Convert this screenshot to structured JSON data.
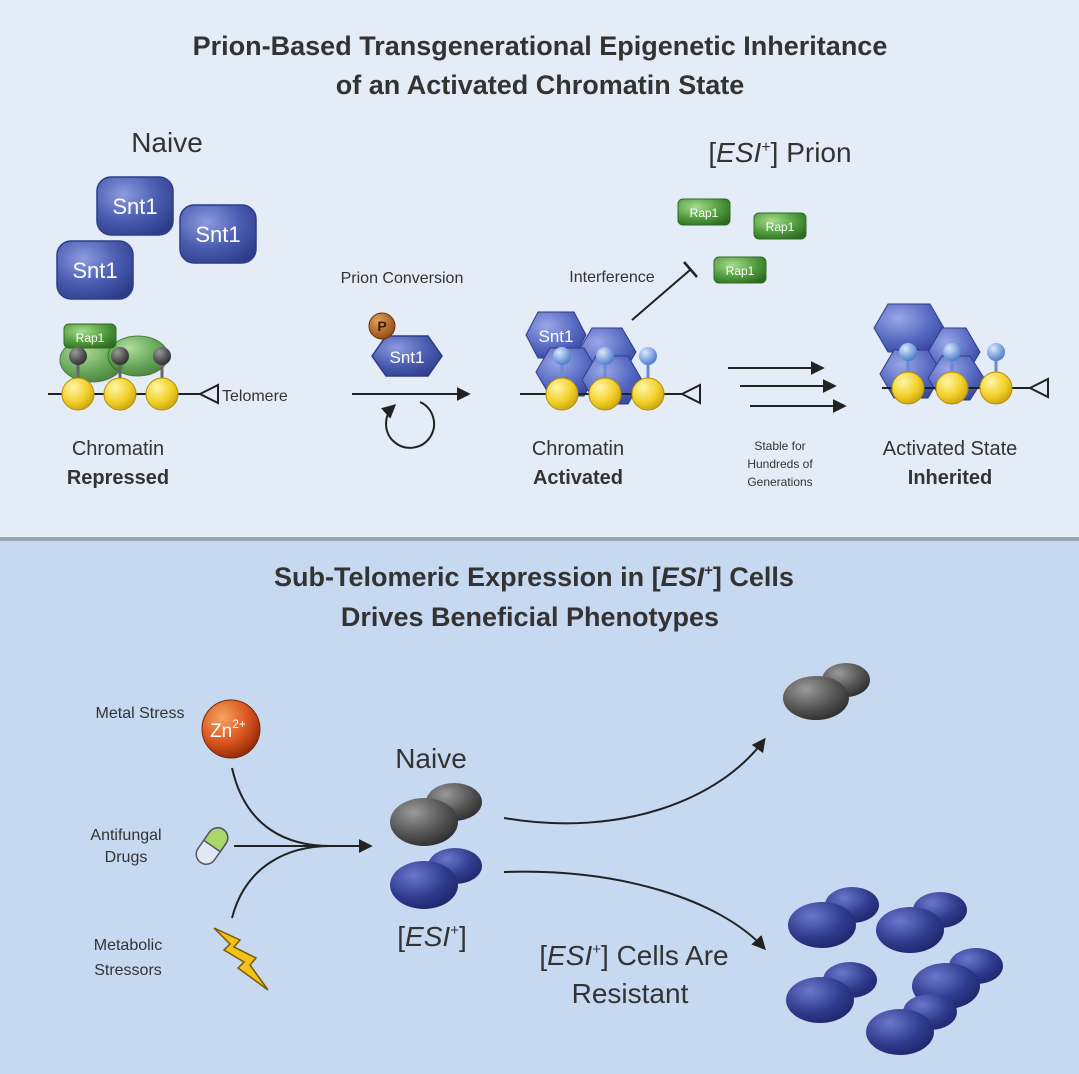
{
  "top_panel": {
    "title_line1": "Prion-Based Transgenerational Epigenetic Inheritance",
    "title_line2": "of an Activated Chromatin State",
    "naive_label": "Naive",
    "prion_label_open": "[",
    "prion_label_esi": "ESI",
    "prion_label_sup": "+",
    "prion_label_close": "] Prion",
    "snt1_label": "Snt1",
    "rap1_label": "Rap1",
    "p_label": "P",
    "telomere_label": "Telomere",
    "prion_conversion_label": "Prion Conversion",
    "interference_label": "Interference",
    "repressed_line1": "Chromatin",
    "repressed_line2": "Repressed",
    "activated_line1": "Chromatin",
    "activated_line2": "Activated",
    "stable_line1": "Stable for",
    "stable_line2": "Hundreds of",
    "stable_line3": "Generations",
    "inherited_line1": "Activated State",
    "inherited_line2": "Inherited"
  },
  "bottom_panel": {
    "title_line1_a": "Sub-Telomeric Expression in [",
    "title_line1_esi": "ESI",
    "title_line1_sup": "+",
    "title_line1_b": "] Cells",
    "title_line2": "Drives Beneficial Phenotypes",
    "metal_stress_label": "Metal Stress",
    "zn_label": "Zn",
    "zn_sup": "2+",
    "antifungal_line1": "Antifungal",
    "antifungal_line2": "Drugs",
    "metabolic_line1": "Metabolic",
    "metabolic_line2": "Stressors",
    "naive_label": "Naive",
    "esi_cell_open": "[",
    "esi_cell_esi": "ESI",
    "esi_cell_sup": "+",
    "esi_cell_close": "]",
    "resistant_line1_open": "[",
    "resistant_line1_esi": "ESI",
    "resistant_line1_sup": "+",
    "resistant_line1_close": "] Cells Are",
    "resistant_line2": "Resistant"
  },
  "colors": {
    "top_bg": "#e4ecf7",
    "bottom_bg": "#c6d9f0",
    "snt1_blue": "#4458a8",
    "rap1_green": "#4f9a3c",
    "nucleosome_yellow": "#f3d12a",
    "cell_gray": "#555555",
    "cell_blue": "#2e3a8c",
    "zinc_orange": "#d9541e",
    "lightning_yellow": "#f2c21a"
  }
}
